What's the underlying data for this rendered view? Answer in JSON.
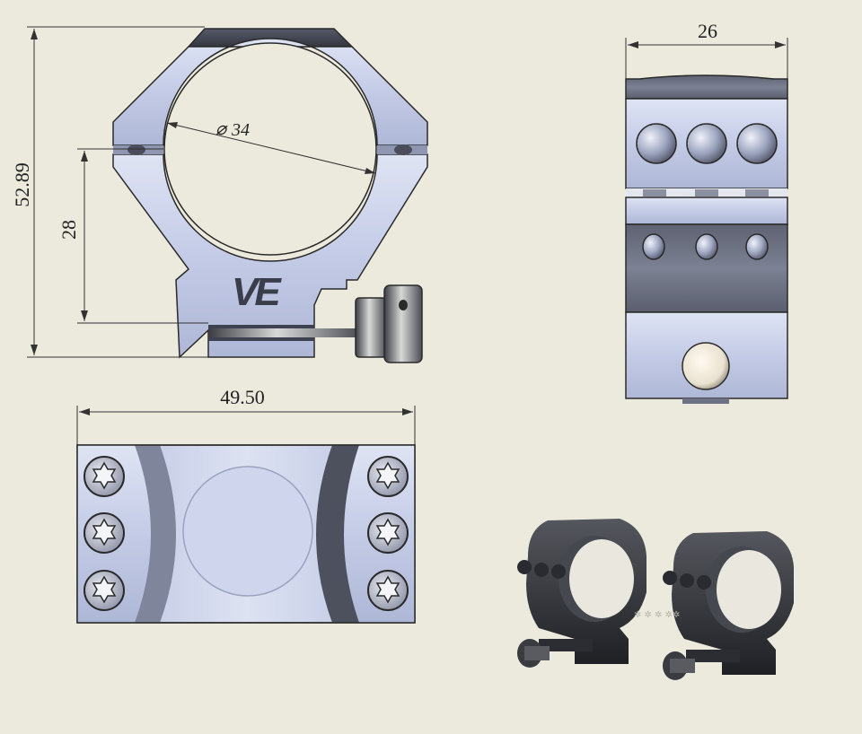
{
  "dimensions": {
    "total_height": "52.89",
    "center_height": "28",
    "tube_diameter": "34",
    "ring_width": "26",
    "base_length": "49.50"
  },
  "logo": {
    "text": "VE"
  },
  "watermark": {
    "text": "✲ ✲ ✲ ✲✲"
  },
  "colors": {
    "background": "#eceadd",
    "metal_light": "#c9d0e8",
    "metal_mid": "#aab3cf",
    "metal_dark": "#6c7284",
    "metal_black": "#3a3d44",
    "product_black": "#2c2e33"
  }
}
